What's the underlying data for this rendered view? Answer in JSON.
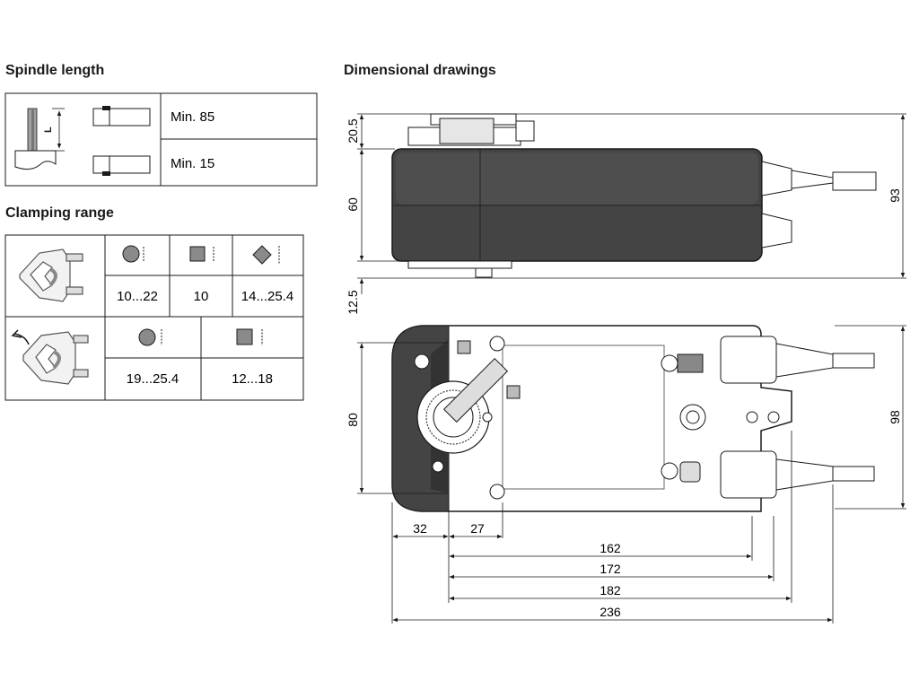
{
  "spindle": {
    "heading": "Spindle length",
    "dim_label": "L",
    "rows": [
      {
        "text": "Min. 85"
      },
      {
        "text": "Min. 15"
      }
    ]
  },
  "clamping": {
    "heading": "Clamping range",
    "row1": [
      {
        "text": "10...22"
      },
      {
        "text": "10"
      },
      {
        "text": "14...25.4"
      }
    ],
    "row2": [
      {
        "text": "19...25.4"
      },
      {
        "text": "12...18"
      }
    ]
  },
  "drawings": {
    "heading": "Dimensional drawings",
    "side_view": {
      "dim_top": "20.5",
      "dim_body": "60",
      "dim_bottom": "12.5",
      "dim_total": "93"
    },
    "top_view": {
      "dim_height": "80",
      "dim_right": "98",
      "dim_32": "32",
      "dim_27": "27",
      "dim_162": "162",
      "dim_172": "172",
      "dim_182": "182",
      "dim_236": "236"
    }
  },
  "colors": {
    "line": "#1a1a1a",
    "housing": "#3d3d3d",
    "housing_light": "#555555",
    "fill_grey": "#8a8a8a"
  }
}
